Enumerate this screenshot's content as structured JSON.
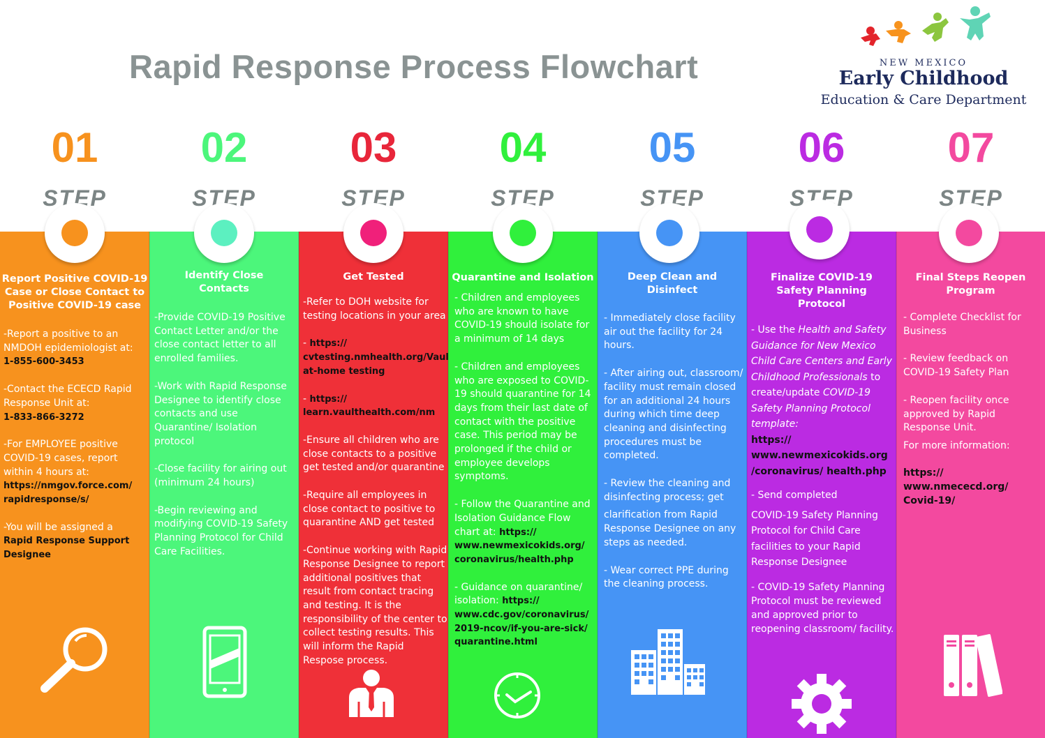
{
  "title": "Rapid Response Process Flowchart",
  "logo": {
    "line1": "New Mexico",
    "line2": "Early Childhood",
    "line3": "Education & Care Department"
  },
  "colors": {
    "orange": "#f7921e",
    "green": "#4cf67b",
    "red": "#ef3038",
    "lime": "#30f03c",
    "blue": "#4694f5",
    "purple": "#bb2be2",
    "pink": "#f3499f"
  },
  "step_word": "STEP",
  "steps": [
    {
      "num": "01",
      "title": "Report Positive COVID-19 Case or Close Contact to Positive COVID-19 case",
      "p1": "-Report a positive to an NMDOH epidemiologist at:",
      "p1_link": "1-855-600-3453",
      "p2": "-Contact the ECECD Rapid Response Unit at:",
      "p2_link": "1-833-866-3272",
      "p3": "-For EMPLOYEE positive COVID-19 cases, report within 4 hours at:",
      "p3_link": "https://nmgov.force.com/ rapidresponse/s/",
      "p4": "-You will be assigned a",
      "p4_link": "Rapid Response Support Designee",
      "icon": "magnifier-icon"
    },
    {
      "num": "02",
      "title": "Identify Close Contacts",
      "p1": "-Provide COVID-19 Positive Contact Letter and/or the close contact letter to all enrolled families.",
      "p2": "-Work with Rapid Response Designee to identify close contacts and use Quarantine/ Isolation protocol",
      "p3": "-Close facility for airing out (minimum 24 hours)",
      "p4": "-Begin reviewing and modifying COVID-19 Safety Planning Protocol for Child Care Facilities.",
      "icon": "tablet-icon"
    },
    {
      "num": "03",
      "title": "Get Tested",
      "p1": "-Refer to DOH website for testing locations in your area",
      "p2_prefix": "-",
      "p2_link": "https:// cvtesting.nmhealth.org/Vault at-home testing",
      "p3_prefix": "-",
      "p3_link": "https:// learn.vaulthealth.com/nm",
      "p4": "-Ensure all children who are close contacts to a positive get tested and/or quarantine",
      "p5": "-Require all employees in close contact to positive to quarantine AND get tested",
      "p6": "-Continue working with Rapid Response Designee to report additional positives that result from contact tracing and testing. It is the responsibility of the center to collect testing results. This will inform the Rapid Respose process.",
      "icon": "person-icon"
    },
    {
      "num": "04",
      "title": "Quarantine and Isolation",
      "p1": " - Children and employees who are known to have COVID-19 should isolate for a minimum of 14 days",
      "p2": " - Children and employees who are exposed to COVID-19 should quarantine for 14 days from their last date of contact with the positive case. This period may be prolonged if the child or employee develops symptoms.",
      "p3": " - Follow the Quarantine and Isolation Guidance Flow chart at:",
      "p3_link": "https:// www.newmexicokids.org/ coronavirus/health.php",
      "p4": " - Guidance on quarantine/ isolation:",
      "p4_link": "https:// www.cdc.gov/coronavirus/ 2019-ncov/if-you-are-sick/ quarantine.html",
      "icon": "clock-icon"
    },
    {
      "num": "05",
      "title": "Deep Clean and Disinfect",
      "p1": "- Immediately close facility air out the facility for 24 hours.",
      "p2": "- After airing out, classroom/ facility must remain closed for an additional 24 hours during which time deep cleaning and disinfecting procedures must be completed.",
      "p3": "- Review the cleaning and disinfecting process; get",
      "p4": "clarification from Rapid Response Designee on any steps as needed.",
      "p5": "-  Wear correct PPE during the cleaning process.",
      "icon": "buildings-icon"
    },
    {
      "num": "06",
      "title": "Finalize COVID-19 Safety Planning Protocol",
      "p1_a": "- Use the ",
      "p1_i1": "Health and Safety Guidance for New Mexico Child Care Centers and Early Childhood Professionals",
      "p1_b": " to create/update ",
      "p1_i2": "COVID-19 Safety Planning Protocol template:",
      "p1_link": "https:// www.newmexicokids.org /coronavirus/ health.php",
      "p2": "- Send completed",
      "p3": "COVID-19 Safety Planning Protocol for Child Care facilities to your Rapid Response Designee",
      "p4": "- COVID-19 Safety Planning Protocol must be reviewed and approved prior to reopening classroom/ facility.",
      "icon": "gear-icon"
    },
    {
      "num": "07",
      "title": "Final Steps Reopen Program",
      "p1": "- Complete Checklist for Business",
      "p2": "- Review feedback on COVID-19 Safety Plan",
      "p3": "- Reopen facility once approved by Rapid Response Unit.",
      "p4": "For more information:",
      "p4_link": "https:// www.nmececd.org/ Covid-19/",
      "icon": "binders-icon"
    }
  ]
}
